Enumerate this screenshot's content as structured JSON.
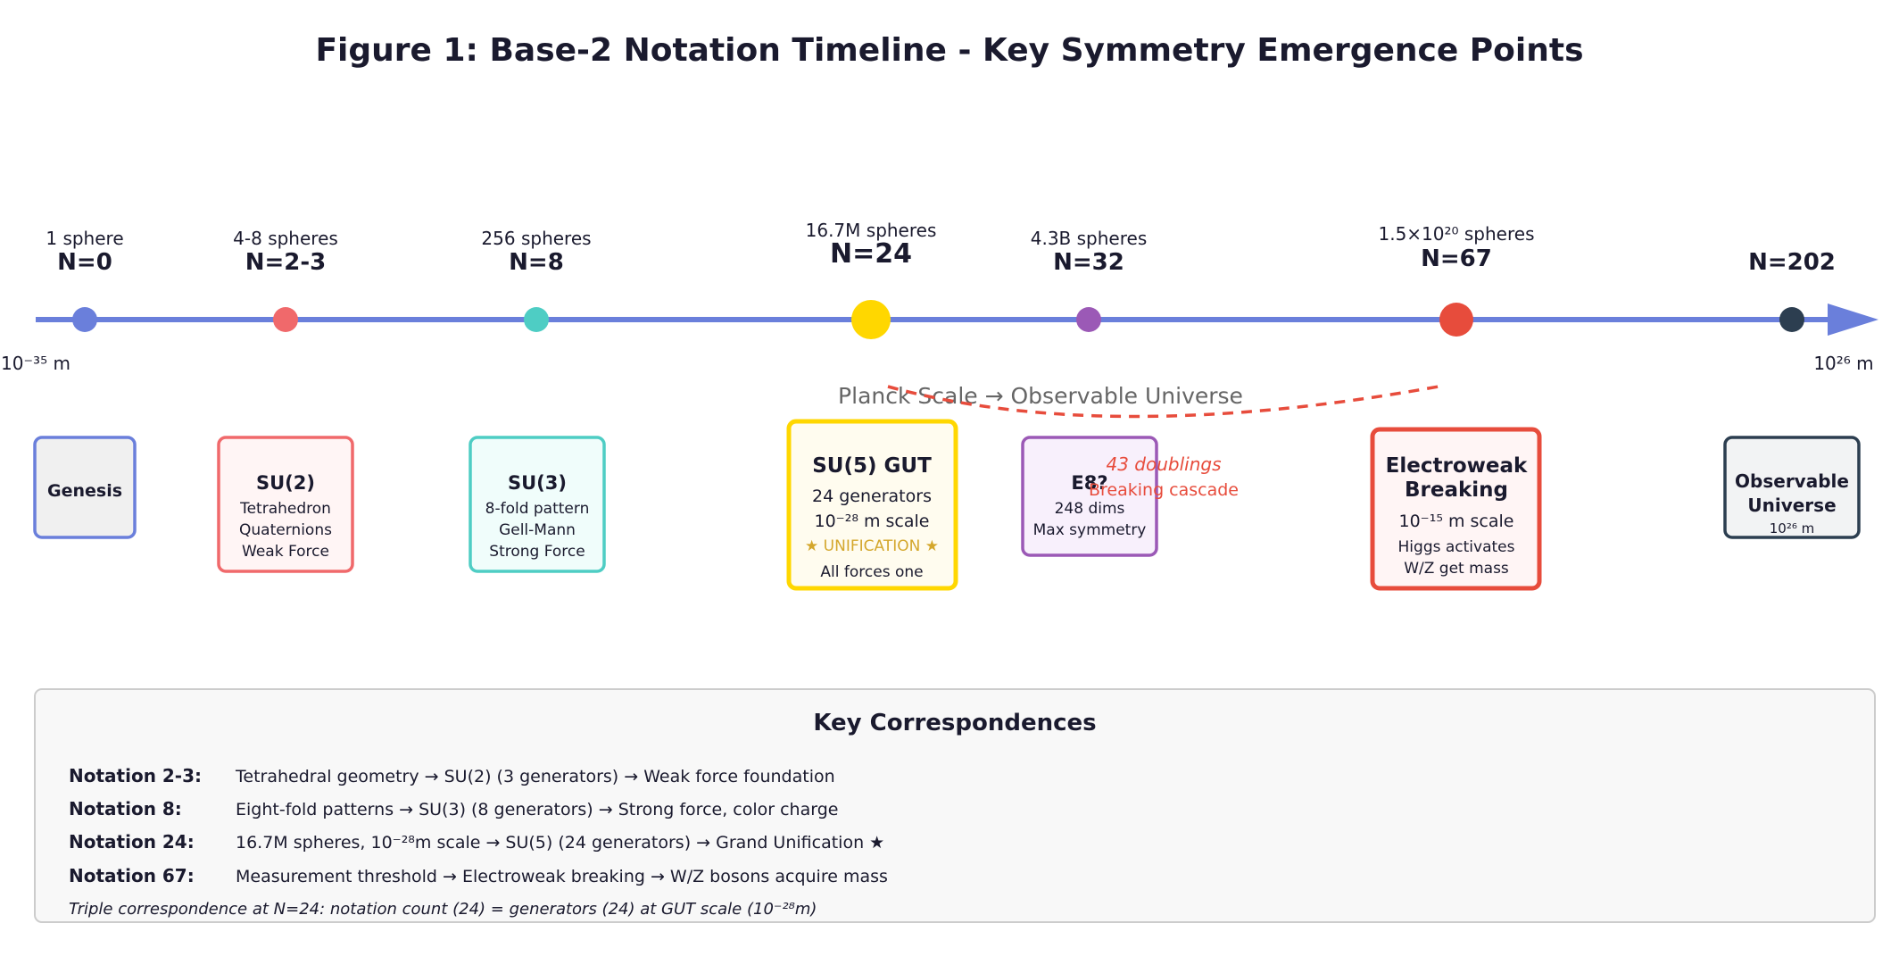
{
  "title": "Figure 1: Base-2 Notation Timeline - Key Symmetry Emergence Points",
  "axis": {
    "left_label": "10⁻³⁵ m",
    "right_label": "10²⁶ m",
    "center_label": "Planck Scale → Observable Universe",
    "line_color": "#6a7fdb"
  },
  "nodes": [
    {
      "id": "n0",
      "count": "1 sphere",
      "label": "N=0",
      "color": "#6a7fdb"
    },
    {
      "id": "n2",
      "count": "4-8 spheres",
      "label": "N=2-3",
      "color": "#f0696b"
    },
    {
      "id": "n8",
      "count": "256 spheres",
      "label": "N=8",
      "color": "#4ecdc4"
    },
    {
      "id": "n24",
      "count": "16.7M spheres",
      "label": "N=24",
      "color": "#ffd700"
    },
    {
      "id": "n32",
      "count": "4.3B spheres",
      "label": "N=32",
      "color": "#9b59b6"
    },
    {
      "id": "n67",
      "count": "1.5×10²⁰ spheres",
      "label": "N=67",
      "color": "#e74c3c"
    },
    {
      "id": "n202",
      "count": "",
      "label": "N=202",
      "color": "#2c3e50"
    }
  ],
  "boxes": [
    {
      "id": "genesis",
      "title": "Genesis",
      "lines": []
    },
    {
      "id": "su2",
      "title": "SU(2)",
      "lines": [
        "Tetrahedron",
        "Quaternions",
        "Weak Force"
      ]
    },
    {
      "id": "su3",
      "title": "SU(3)",
      "lines": [
        "8-fold pattern",
        "Gell-Mann",
        "Strong Force"
      ]
    },
    {
      "id": "su5",
      "title": "SU(5) GUT",
      "lines": [
        "24 generators",
        "10⁻²⁸ m scale"
      ],
      "highlight": "★ UNIFICATION ★",
      "footer": "All forces one"
    },
    {
      "id": "e8",
      "title": "E8?",
      "lines": [
        "248 dims",
        "Max symmetry"
      ]
    },
    {
      "id": "ew",
      "title": [
        "Electroweak",
        "Breaking"
      ],
      "lines": [
        "10⁻¹⁵ m scale",
        "Higgs activates",
        "W/Z get mass"
      ]
    },
    {
      "id": "obs",
      "title": [
        "Observable",
        "Universe"
      ],
      "lines": [
        "10²⁶ m"
      ]
    }
  ],
  "cascade": {
    "label": "43 doublings",
    "sublabel": "Breaking cascade",
    "color": "#e74c3c"
  },
  "correspondences": {
    "heading": "Key Correspondences",
    "rows": [
      {
        "key": "Notation 2-3:",
        "text": "Tetrahedral geometry → SU(2) (3 generators) → Weak force foundation"
      },
      {
        "key": "Notation 8:",
        "text": "Eight-fold patterns → SU(3) (8 generators) → Strong force, color charge"
      },
      {
        "key": "Notation 24:",
        "text": "16.7M spheres, 10⁻²⁸m scale → SU(5) (24 generators) → Grand Unification ★"
      },
      {
        "key": "Notation 67:",
        "text": "Measurement threshold → Electroweak breaking → W/Z bosons acquire mass"
      }
    ],
    "note": "Triple correspondence at N=24: notation count (24) = generators (24) at GUT scale (10⁻²⁸m)"
  }
}
